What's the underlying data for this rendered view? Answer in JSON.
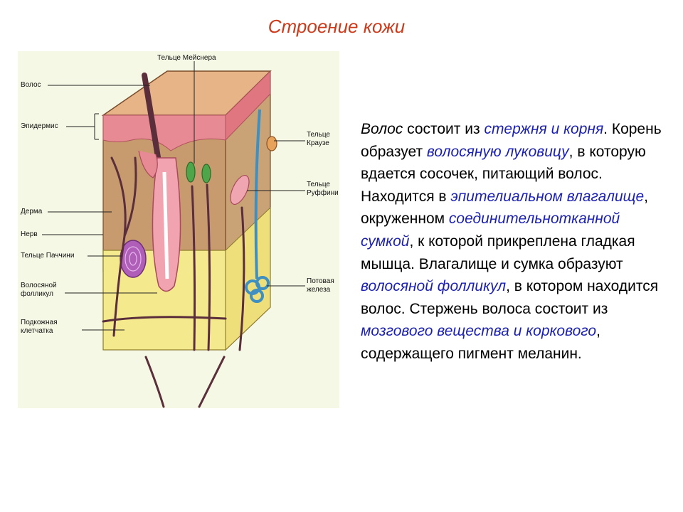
{
  "title": "Строение кожи",
  "diagram": {
    "labels": {
      "hair": "Волос",
      "epidermis": "Эпидермис",
      "dermis": "Дерма",
      "nerve": "Нерв",
      "pacini": "Тельце Паччини",
      "follicle_1": "Волосяной",
      "follicle_2": "фолликул",
      "subcutis_1": "Подкожная",
      "subcutis_2": "клетчатка",
      "meissner": "Тельце Мейснера",
      "krause_1": "Тельце",
      "krause_2": "Краузе",
      "ruffini_1": "Тельце",
      "ruffini_2": "Руффини",
      "sweat_1": "Потовая",
      "sweat_2": "железа"
    },
    "colors": {
      "epidermis_top": "#e6b487",
      "epidermis_pink": "#e88a93",
      "dermis": "#c79b6e",
      "subcutis": "#f5e98e",
      "nerve": "#5a2e3a",
      "sweat_gland": "#3f8fc0",
      "pacini": "#b05fb8",
      "meissner": "#4fa64a"
    }
  },
  "text": {
    "s1": "Волос",
    "s2": " состоит из ",
    "s3": "стержня и корня",
    "s4": ". Корень образует ",
    "s5": "волосяную луковицу",
    "s6": ", в которую вдается сосочек, питающий волос. Находится в ",
    "s7": "эпителиальном влагалище",
    "s8": ", окруженном ",
    "s9": "соединительнотканной сумкой",
    "s10": ", к которой прикреплена гладкая мышца. Влагалище и сумка образуют ",
    "s11": "волосяной фолликул",
    "s12": ", в котором находится волос. Стержень волоса состоит из ",
    "s13": "мозгового вещества и коркового",
    "s14": ", содержащего пигмент меланин."
  }
}
